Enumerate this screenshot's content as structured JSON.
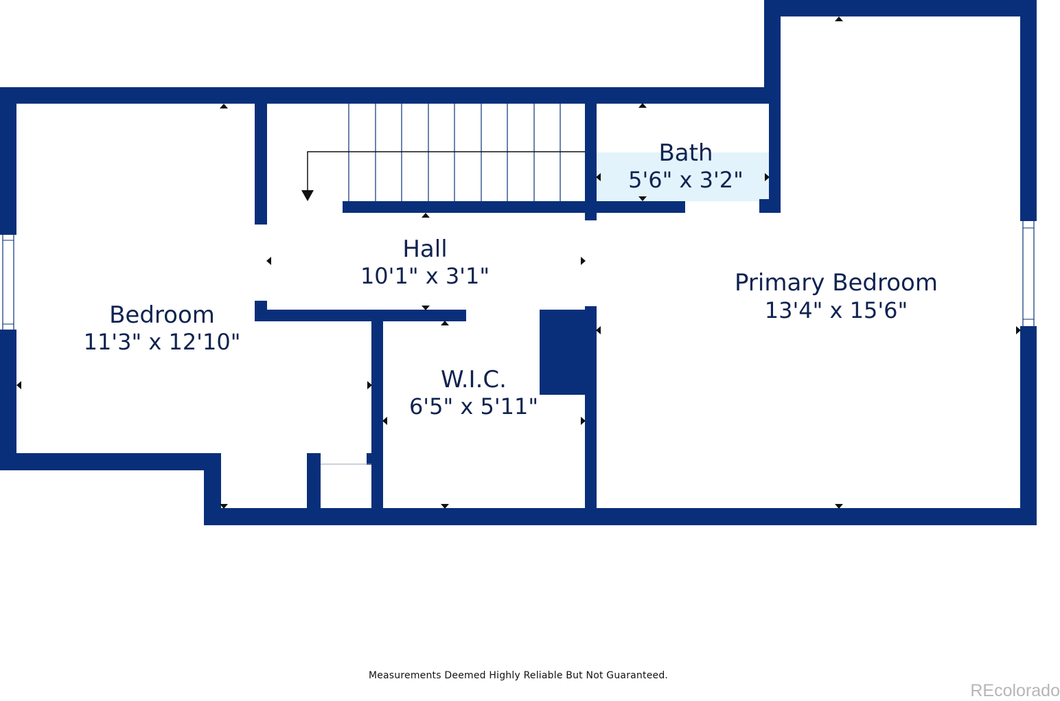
{
  "colors": {
    "wall": "#0a2f7a",
    "text": "#0f2350",
    "bath_fill": "#e3f3fb"
  },
  "rooms": {
    "bedroom": {
      "name": "Bedroom",
      "dims": "11'3\" x 12'10\""
    },
    "hall": {
      "name": "Hall",
      "dims": "10'1\" x 3'1\""
    },
    "bath": {
      "name": "Bath",
      "dims": "5'6\" x 3'2\""
    },
    "primary": {
      "name": "Primary Bedroom",
      "dims": "13'4\" x 15'6\""
    },
    "wic": {
      "name": "W.I.C.",
      "dims": "6'5\" x 5'11\""
    }
  },
  "disclaimer": "Measurements Deemed Highly Reliable But Not Guaranteed.",
  "watermark": "REcolorado"
}
